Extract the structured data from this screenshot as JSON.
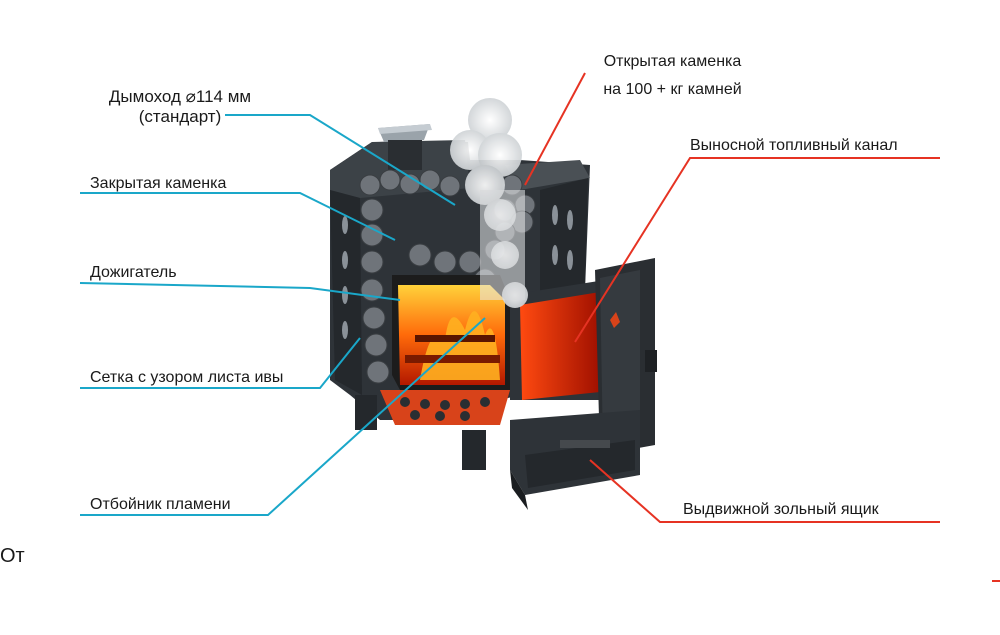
{
  "labels": {
    "chimney_line1": "Дымоход ⌀114 мм",
    "chimney_line2": "(стандарт)",
    "closed_heater": "Закрытая каменка",
    "afterburner": "Дожигатель",
    "mesh": "Сетка с узором листа ивы",
    "flame_deflector": "Отбойник пламени",
    "open_heater_line1": "Открытая каменка",
    "open_heater_line2": "на 100 + кг камней",
    "fuel_channel": "Выносной топливный канал",
    "ash_drawer": "Выдвижной зольный ящик"
  },
  "footer": {
    "partial_text": "От"
  },
  "colors": {
    "left_leader": "#1aa7c9",
    "right_leader": "#e63323",
    "stove_body": "#2e3338",
    "fire": "#ff5a0a"
  }
}
